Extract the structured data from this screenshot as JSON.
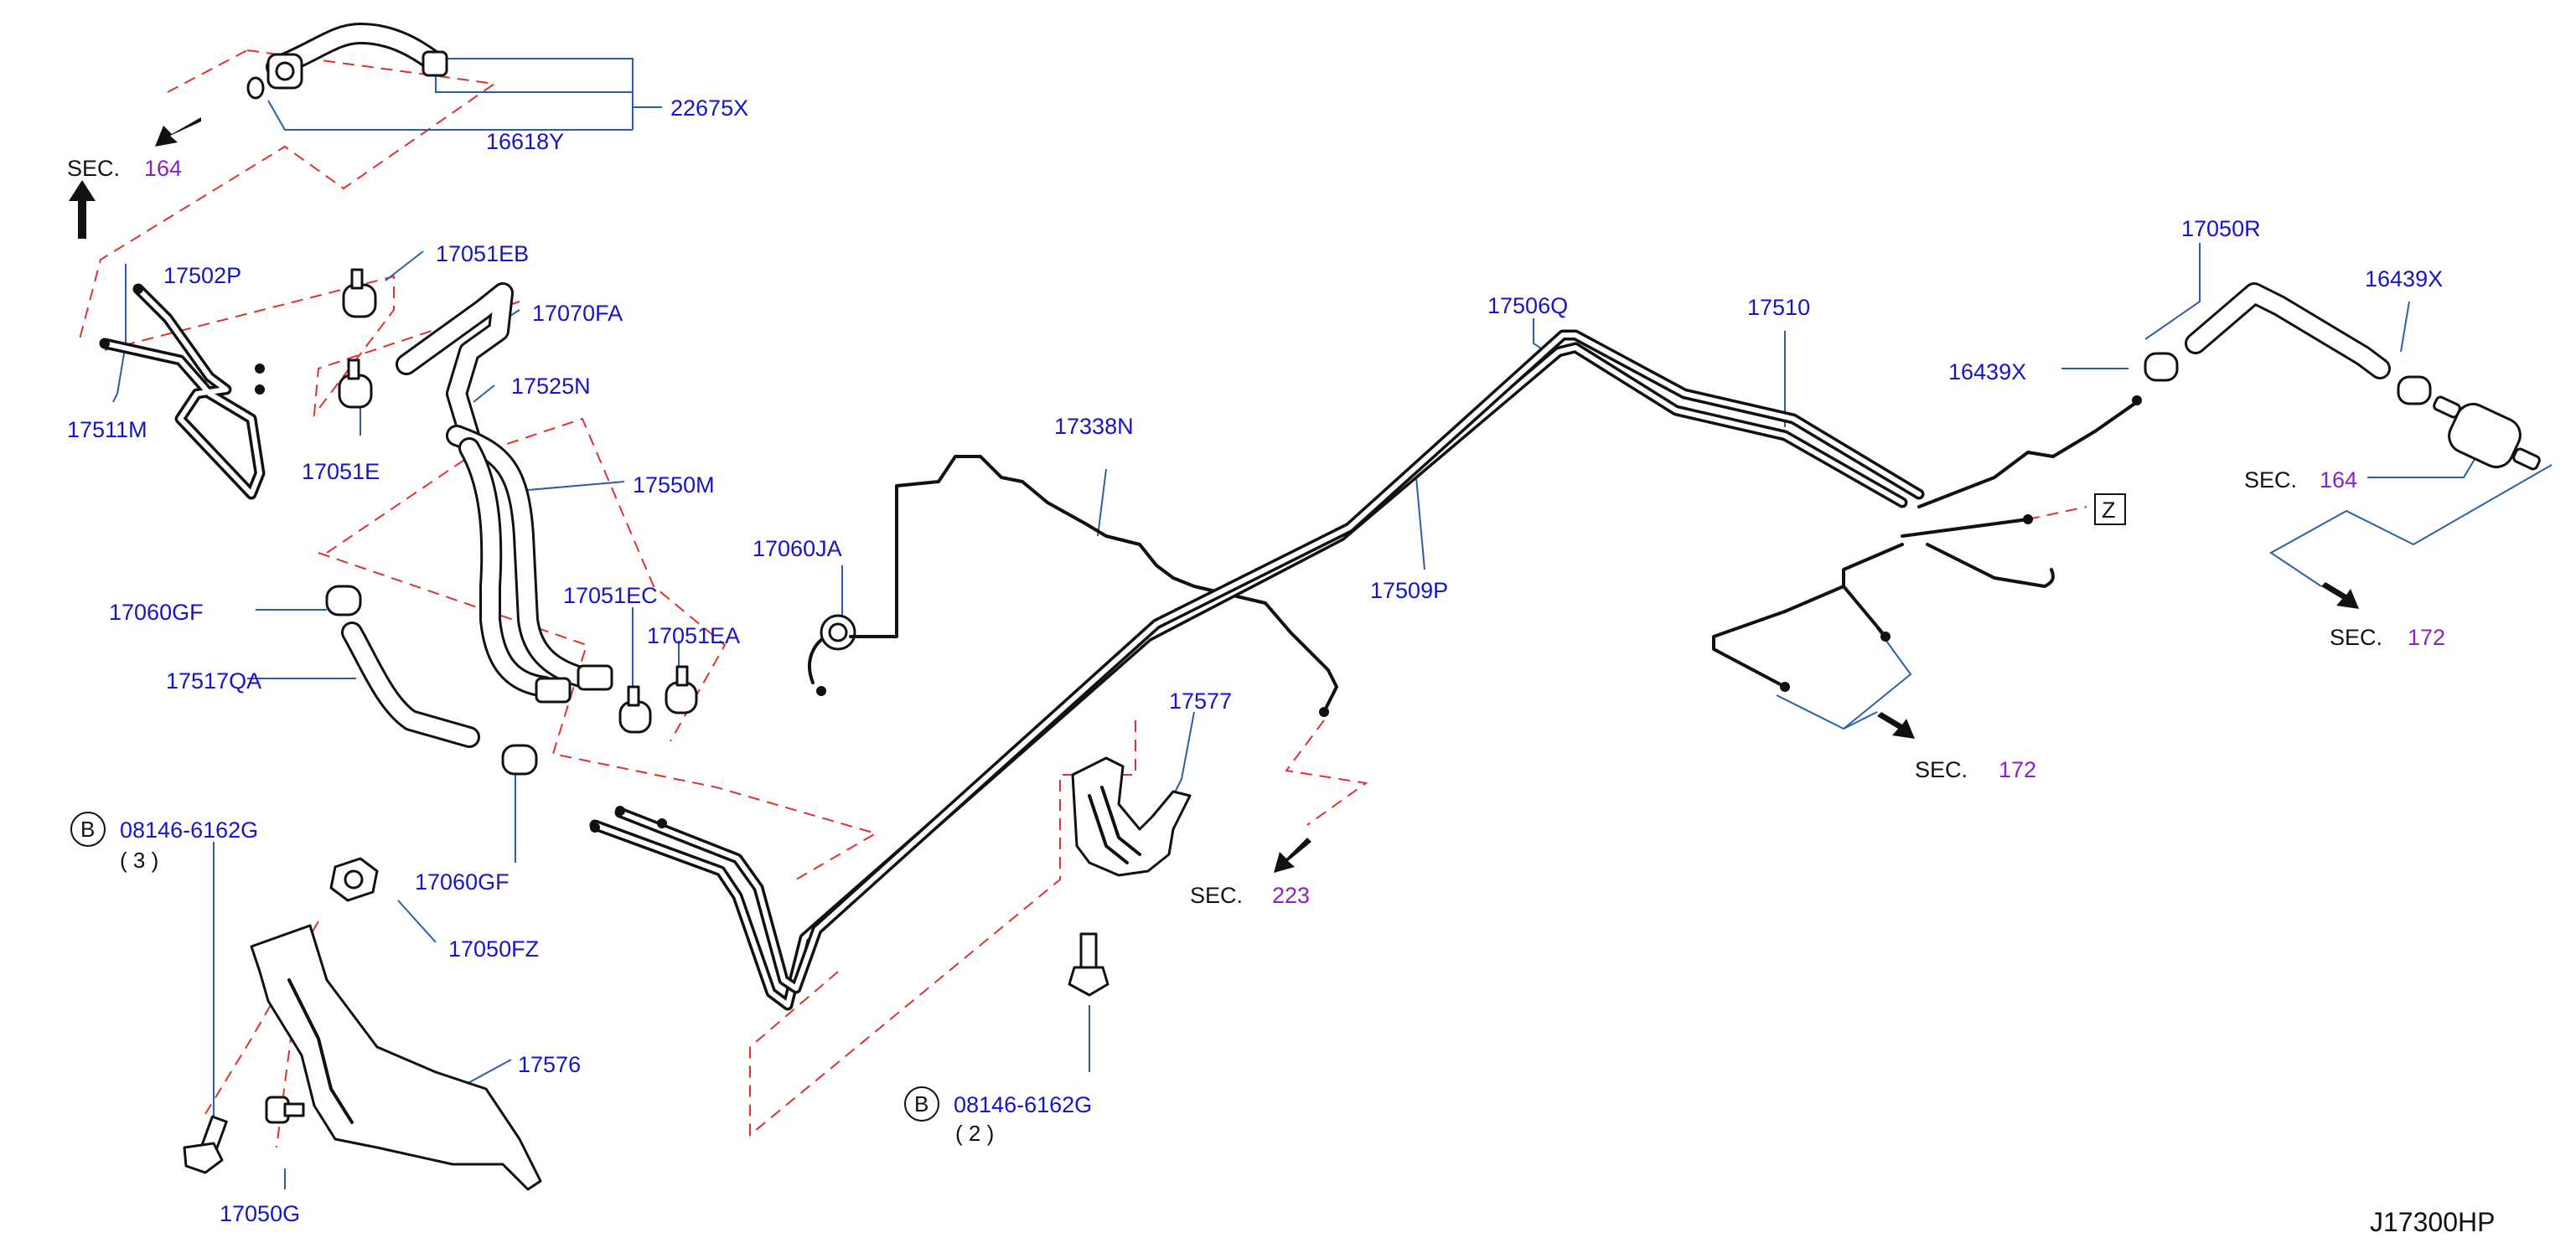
{
  "labels": {
    "p22675X": "22675X",
    "p16618Y": "16618Y",
    "p17502P": "17502P",
    "p17511M": "17511M",
    "p17051EB": "17051EB",
    "p17070FA": "17070FA",
    "p17525N": "17525N",
    "p17051E": "17051E",
    "p17550M": "17550M",
    "p17060GF_a": "17060GF",
    "p17517QA": "17517QA",
    "p17051EC": "17051EC",
    "p17051EA": "17051EA",
    "p17060GF_b": "17060GF",
    "p17060JA": "17060JA",
    "p17338N": "17338N",
    "p17506Q": "17506Q",
    "p17510": "17510",
    "p17509P": "17509P",
    "p17577": "17577",
    "p17050R": "17050R",
    "p16439X_a": "16439X",
    "p16439X_b": "16439X",
    "p17050FZ": "17050FZ",
    "p17576": "17576",
    "p17050G": "17050G",
    "bolt1_part": "08146-6162G",
    "bolt1_qty": "( 3 )",
    "bolt2_part": "08146-6162G",
    "bolt2_qty": "( 2 )",
    "bolt_symbol": "B",
    "z_marker": "Z"
  },
  "sections": {
    "sec_prefix": "SEC.",
    "sec_164_a": "164",
    "sec_164_b": "164",
    "sec_223": "223",
    "sec_172_a": "172",
    "sec_172_b": "172"
  },
  "diagram_code": "J17300HP",
  "colors": {
    "label": "#1414c8",
    "section_number": "#8a20c8",
    "leader": "#2a5fa8",
    "dashed_link": "#e03030",
    "line_art": "#111111"
  }
}
